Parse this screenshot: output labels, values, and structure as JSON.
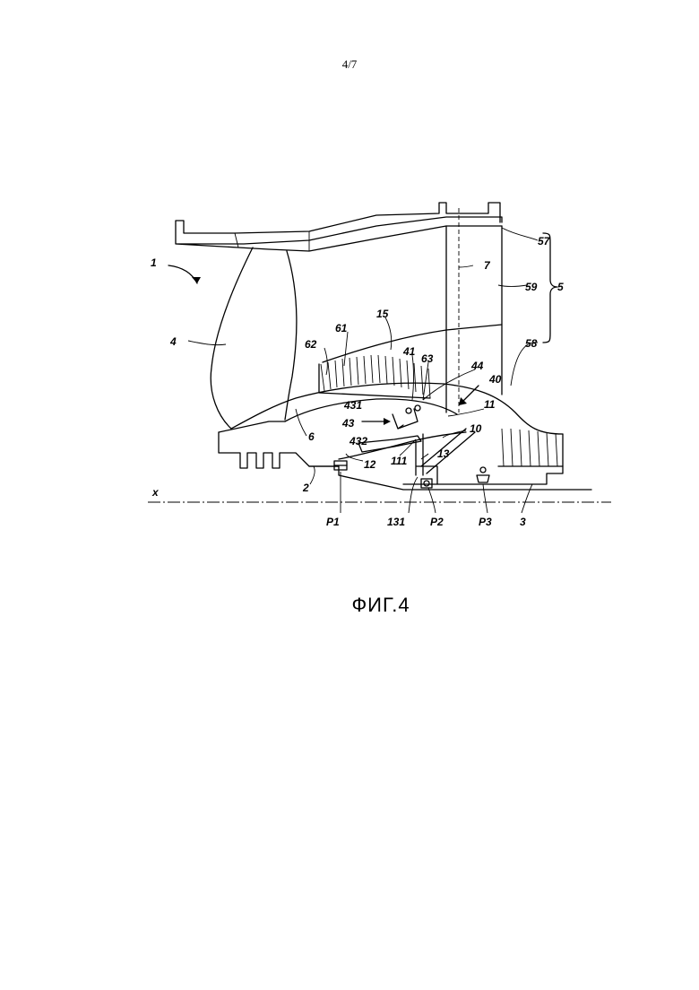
{
  "page": {
    "number": "4/7"
  },
  "figure": {
    "caption": "ФИГ.4"
  },
  "labels": {
    "l1": "1",
    "l4": "4",
    "l2": "2",
    "l3": "3",
    "l5": "5",
    "l6": "6",
    "l7": "7",
    "l10": "10",
    "l11": "11",
    "l12": "12",
    "l13": "13",
    "l15": "15",
    "l40": "40",
    "l41": "41",
    "l43": "43",
    "l44": "44",
    "l57": "57",
    "l58": "58",
    "l59": "59",
    "l61": "61",
    "l62": "62",
    "l63": "63",
    "l111": "111",
    "l131": "131",
    "l431": "431",
    "l432": "432",
    "lx": "x",
    "lP1": "P1",
    "lP2": "P2",
    "lP3": "P3"
  }
}
